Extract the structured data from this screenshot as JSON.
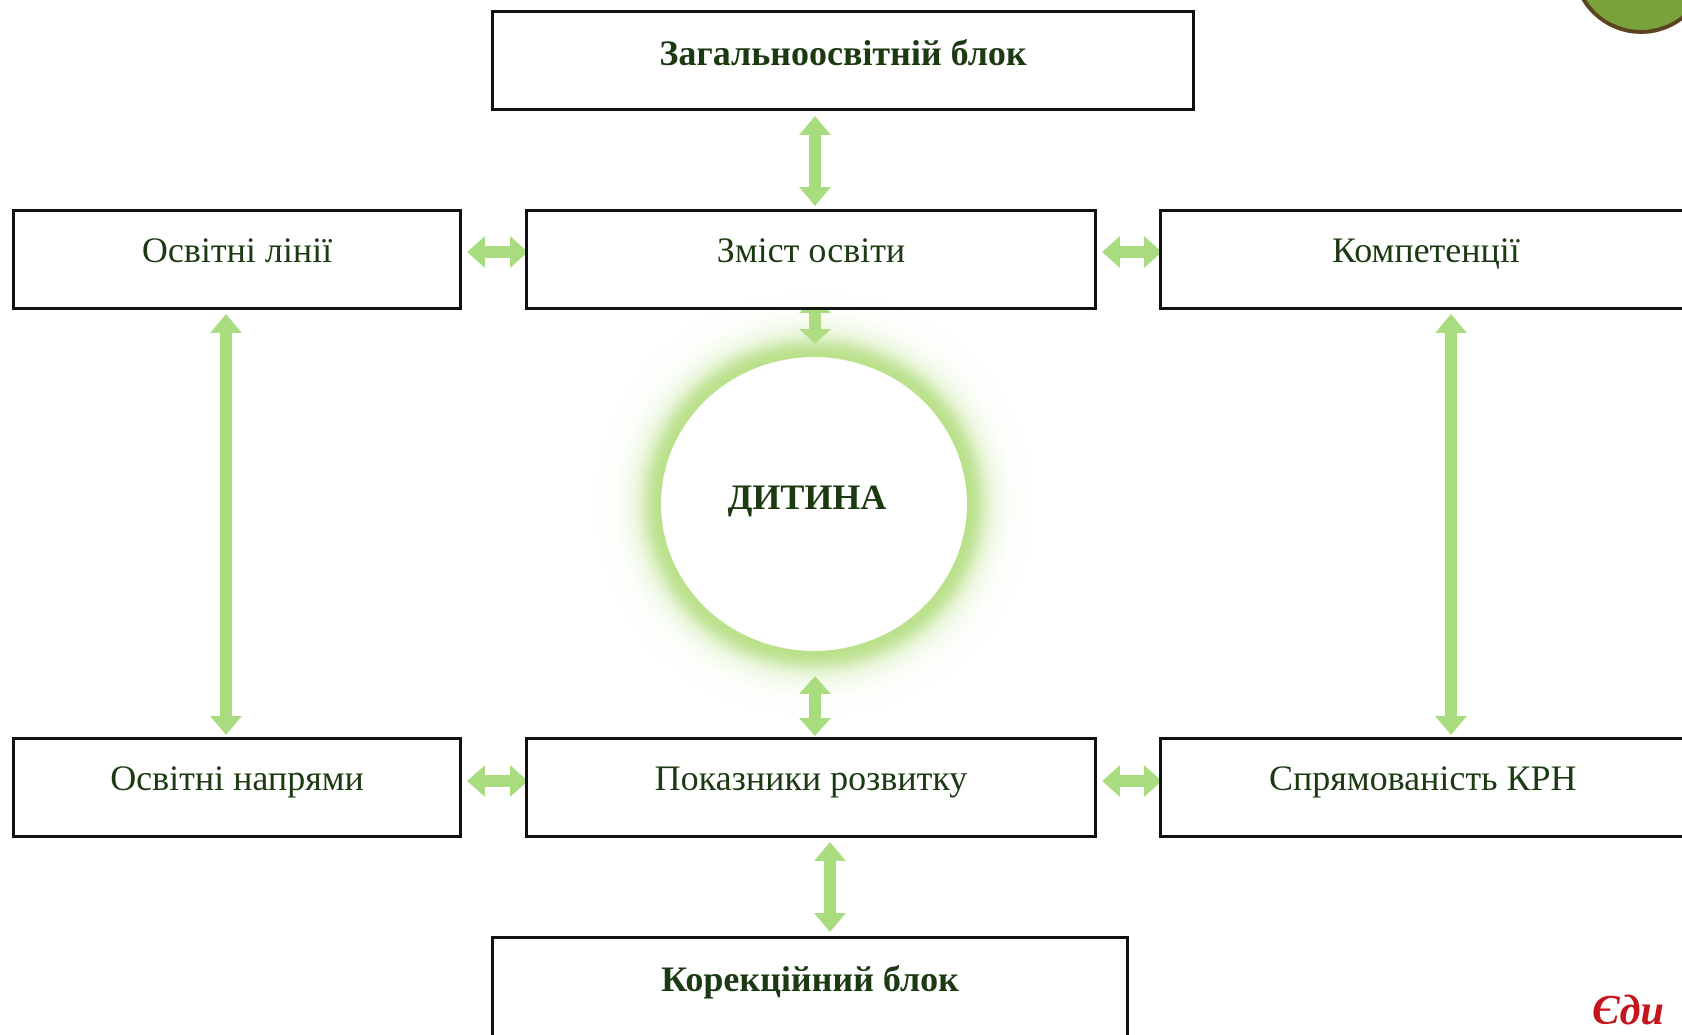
{
  "diagram": {
    "top_block": "Загальноосвітній блок",
    "left_top": "Освітні лінії",
    "center_top": "Зміст освіти",
    "right_top": "Компетенції",
    "center": "ДИТИНА",
    "left_bottom": "Освітні напрями",
    "center_bottom": "Показники розвитку",
    "right_bottom": "Спрямованість КРН",
    "bottom_block": "Корекційний блок"
  },
  "footer_text": "Єди",
  "colors": {
    "arrow": "#a9dc7f",
    "text": "#1c3a12",
    "border": "#111111",
    "footer": "#c4141c"
  }
}
